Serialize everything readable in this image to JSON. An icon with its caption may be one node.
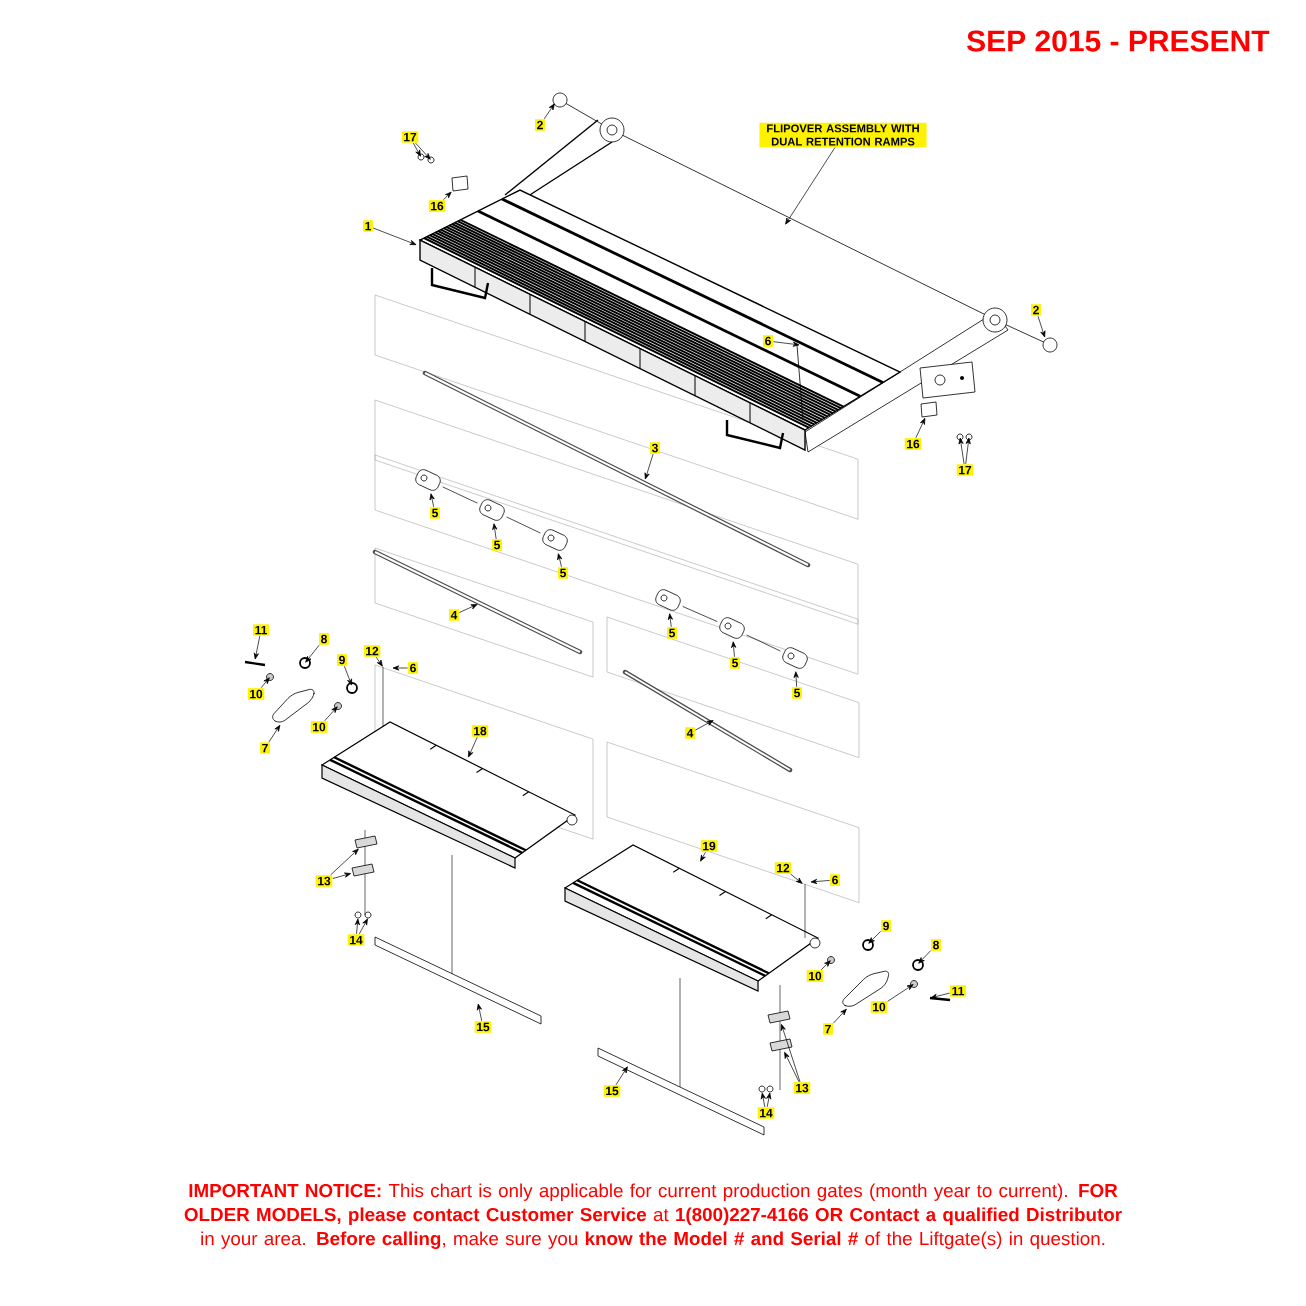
{
  "diagram": {
    "title": "SEP 2015 - PRESENT",
    "caption": "**IMPORTANT NOTICE:** This chart is only applicable for current production gates (month year to current). **FOR OLDER MODELS, please contact Customer Service** at **1(800)227-4166 OR Contact a qualified Distributor** in your area. **Before calling**, make sure you **know the Model # and Serial #** of the Liftgate(s) in question.",
    "nodes": [
      {
        "text": [
          "FLIPOVER ASSEMBLY WITH DUAL RETENTION RAMPS"
        ]
      },
      {
        "text": [
          "2"
        ]
      },
      {
        "text": [
          "17"
        ]
      },
      {
        "text": [
          "16"
        ]
      },
      {
        "text": [
          "1"
        ]
      },
      {
        "text": [
          "2"
        ]
      },
      {
        "text": [
          "6"
        ]
      },
      {
        "text": [
          "16"
        ]
      },
      {
        "text": [
          "17"
        ]
      },
      {
        "text": [
          "3"
        ]
      },
      {
        "text": [
          "5"
        ]
      },
      {
        "text": [
          "5"
        ]
      },
      {
        "text": [
          "5"
        ]
      },
      {
        "text": [
          "4"
        ]
      },
      {
        "text": [
          "5"
        ]
      },
      {
        "text": [
          "5"
        ]
      },
      {
        "text": [
          "5"
        ]
      },
      {
        "text": [
          "11"
        ]
      },
      {
        "text": [
          "8"
        ]
      },
      {
        "text": [
          "12"
        ]
      },
      {
        "text": [
          "6"
        ]
      },
      {
        "text": [
          "9"
        ]
      },
      {
        "text": [
          "10"
        ]
      },
      {
        "text": [
          "7"
        ]
      },
      {
        "text": [
          "10"
        ]
      },
      {
        "text": [
          "18"
        ]
      },
      {
        "text": [
          "4"
        ]
      },
      {
        "text": [
          "19"
        ]
      },
      {
        "text": [
          "12"
        ]
      },
      {
        "text": [
          "6"
        ]
      },
      {
        "text": [
          "13"
        ]
      },
      {
        "text": [
          "9"
        ]
      },
      {
        "text": [
          "14"
        ]
      },
      {
        "text": [
          "8"
        ]
      },
      {
        "text": [
          "10"
        ]
      },
      {
        "text": [
          "11"
        ]
      },
      {
        "text": [
          "7"
        ]
      },
      {
        "text": [
          "10"
        ]
      },
      {
        "text": [
          "15"
        ]
      },
      {
        "text": [
          "13"
        ]
      },
      {
        "text": [
          "15"
        ]
      },
      {
        "text": [
          "14"
        ]
      },
      {
        "text": [],
        "shape": "box"
      },
      {
        "text": [],
        "shape": "box"
      },
      {
        "text": [],
        "shape": "picture"
      },
      {
        "text": [],
        "shape": "picture"
      },
      {
        "text": [],
        "shape": "bar"
      },
      {
        "text": [],
        "shape": "bar"
      },
      {
        "text": [],
        "shape": "bar"
      },
      {
        "text": [],
        "shape": "bar"
      },
      {
        "text": [],
        "shape": "picture"
      },
      {
        "text": [],
        "shape": "picture"
      },
      {
        "text": [],
        "shape": "picture"
      },
      {
        "text": [],
        "shape": "picture"
      },
      {
        "text": [],
        "shape": "picture"
      },
      {
        "text": [],
        "shape": "picture"
      }
    ],
    "edges": [
      {
        "from": 0,
        "to": null,
        "arrow": "to"
      },
      {
        "from": 1,
        "to": null,
        "arrow": "to"
      },
      {
        "from": 2,
        "to": null,
        "arrow": "to"
      },
      {
        "from": 2,
        "to": null,
        "arrow": "to"
      },
      {
        "from": 3,
        "to": 42,
        "arrow": "to"
      },
      {
        "from": 4,
        "to": null,
        "arrow": "to"
      },
      {
        "from": 5,
        "to": null,
        "arrow": "to"
      },
      {
        "from": 6,
        "to": null,
        "arrow": "to"
      },
      {
        "from": 7,
        "to": 43,
        "arrow": "to"
      },
      {
        "from": 8,
        "to": null,
        "arrow": "to"
      },
      {
        "from": 8,
        "to": null,
        "arrow": "to"
      },
      {
        "from": 9,
        "to": null,
        "arrow": "to"
      },
      {
        "from": 10,
        "to": 50,
        "arrow": "to"
      },
      {
        "from": 11,
        "to": 51,
        "arrow": "to"
      },
      {
        "from": 12,
        "to": 52,
        "arrow": "to"
      },
      {
        "from": 13,
        "to": null,
        "arrow": "to"
      },
      {
        "from": 14,
        "to": 53,
        "arrow": "to"
      },
      {
        "from": 15,
        "to": 54,
        "arrow": "to"
      },
      {
        "from": 16,
        "to": 55,
        "arrow": "to"
      },
      {
        "from": 17,
        "to": null,
        "arrow": "to"
      },
      {
        "from": 18,
        "to": null,
        "arrow": "to"
      },
      {
        "from": 19,
        "to": null,
        "arrow": "to"
      },
      {
        "from": 20,
        "to": null,
        "arrow": "to"
      },
      {
        "from": 21,
        "to": null,
        "arrow": "to"
      },
      {
        "from": 22,
        "to": null,
        "arrow": "to"
      },
      {
        "from": 23,
        "to": 44,
        "arrow": "to"
      },
      {
        "from": 24,
        "to": null,
        "arrow": "to"
      },
      {
        "from": 25,
        "to": null,
        "arrow": "to"
      },
      {
        "from": 26,
        "to": null,
        "arrow": "to"
      },
      {
        "from": 27,
        "to": null,
        "arrow": "to"
      },
      {
        "from": 28,
        "to": null,
        "arrow": "to"
      },
      {
        "from": 29,
        "to": null,
        "arrow": "to"
      },
      {
        "from": 30,
        "to": 46,
        "arrow": "to"
      },
      {
        "from": 30,
        "to": 47,
        "arrow": "to"
      },
      {
        "from": 31,
        "to": null,
        "arrow": "to"
      },
      {
        "from": 32,
        "to": null,
        "arrow": "to"
      },
      {
        "from": 32,
        "to": null,
        "arrow": "to"
      },
      {
        "from": 33,
        "to": null,
        "arrow": "to"
      },
      {
        "from": 34,
        "to": null,
        "arrow": "to"
      },
      {
        "from": 35,
        "to": null,
        "arrow": "to"
      },
      {
        "from": 36,
        "to": 45,
        "arrow": "to"
      },
      {
        "from": 37,
        "to": null,
        "arrow": "to"
      },
      {
        "from": 38,
        "to": null,
        "arrow": "to"
      },
      {
        "from": 39,
        "to": 48,
        "arrow": "to"
      },
      {
        "from": 39,
        "to": 49,
        "arrow": "to"
      },
      {
        "from": 40,
        "to": null,
        "arrow": "to"
      },
      {
        "from": 41,
        "to": null,
        "arrow": "to"
      },
      {
        "from": 41,
        "to": null,
        "arrow": "to"
      },
      {
        "from": 50,
        "to": 51,
        "arrow": "none"
      },
      {
        "from": 51,
        "to": 52,
        "arrow": "none"
      },
      {
        "from": 53,
        "to": 54,
        "arrow": "none"
      },
      {
        "from": 54,
        "to": 55,
        "arrow": "none"
      }
    ]
  }
}
